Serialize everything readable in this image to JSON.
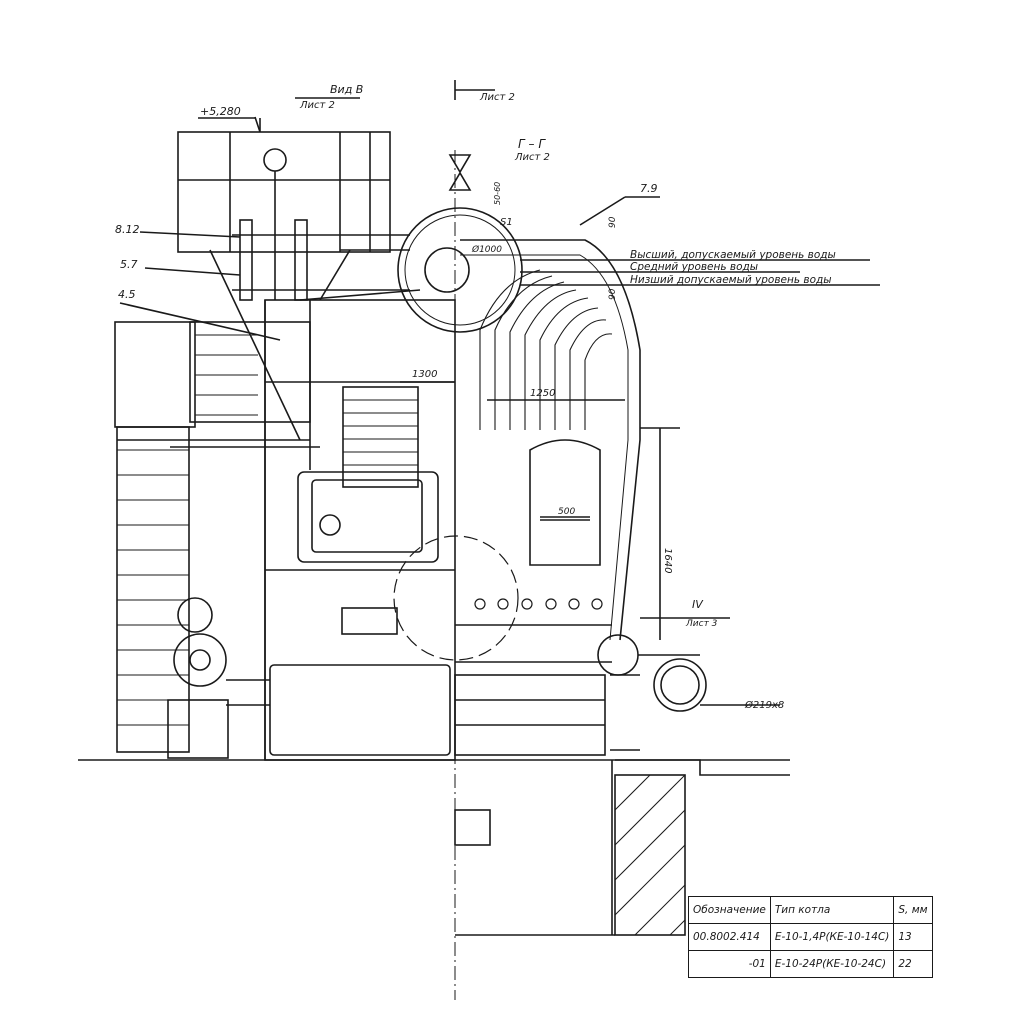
{
  "labels": {
    "view_b": "Вид В",
    "view_b_sheet": "Лист 2",
    "elev": "+5,280",
    "arrow_sheet": "Лист 2",
    "section": "Г – Г",
    "section_sheet": "Лист 2",
    "item_79": "7.9",
    "item_812": "8.12",
    "item_57": "5.7",
    "item_45": "4.5",
    "water_high": "Высший, допускаемый уровень воды",
    "water_mid": "Средний уровень воды",
    "water_low": "Низший допускаемый уровень воды",
    "dim_1300": "1300",
    "dim_1250": "1250",
    "dim_500": "500",
    "dim_1640": "1640",
    "dim_90a": "90",
    "dim_90b": "90",
    "dim_s1": "S1",
    "dim_d1000": "Ø1000",
    "dim_5050": "50-60",
    "node_iv": "IV",
    "node_iv_sheet": "Лист 3",
    "pipe": "Ø219х8"
  },
  "table": {
    "headers": [
      "Обозначение",
      "Тип котла",
      "S, мм"
    ],
    "rows": [
      [
        "00.8002.414",
        "Е-10-1,4Р(КЕ-10-14С)",
        "13"
      ],
      [
        "-01",
        "Е-10-24Р(КЕ-10-24С)",
        "22"
      ]
    ]
  },
  "colors": {
    "ink": "#1a1a1a",
    "paper": "#ffffff"
  }
}
